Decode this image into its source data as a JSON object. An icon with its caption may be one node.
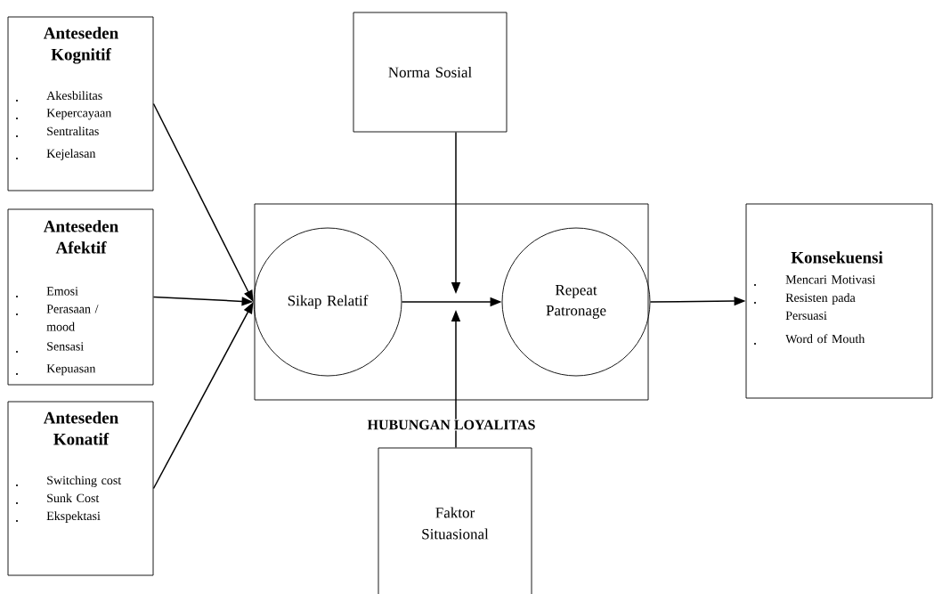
{
  "diagram": {
    "nodes": [
      {
        "text": [
          "Anteseden Kognitif",
          "Akesbilitas",
          "Kepercayaan",
          "Sentralitas",
          "Kejelasan"
        ]
      },
      {
        "text": [
          "Anteseden Afektif",
          "Emosi",
          "Perasaan / mood",
          "Sensasi",
          "Kepuasan"
        ]
      },
      {
        "text": [
          "Anteseden Konatif",
          "Switching cost",
          "Sunk Cost",
          "Ekspektasi"
        ]
      },
      {
        "text": [
          "Norma Sosial"
        ]
      },
      {
        "text": [
          "HUBUNGAN LOYALITAS"
        ]
      },
      {
        "text": [
          "Sikap Relatif"
        ],
        "in": 4
      },
      {
        "text": [
          "Repeat Patronage"
        ],
        "in": 4
      },
      {
        "text": [
          "Faktor Situasional"
        ]
      },
      {
        "text": [
          "Konsekuensi",
          "Mencari Motivasi",
          "Resisten pada Persuasi",
          "Word of Mouth"
        ]
      }
    ],
    "edges": [
      {
        "from": 0,
        "to": 5,
        "arrow": "to"
      },
      {
        "from": 1,
        "to": 5,
        "arrow": "to"
      },
      {
        "from": 2,
        "to": 5,
        "arrow": "to"
      },
      {
        "from": 5,
        "to": 6,
        "arrow": "to"
      },
      {
        "from": 6,
        "to": 8,
        "arrow": "to"
      },
      {
        "from": 3,
        "to": null,
        "arrow": "to"
      },
      {
        "from": 7,
        "to": null,
        "arrow": "to"
      }
    ]
  }
}
